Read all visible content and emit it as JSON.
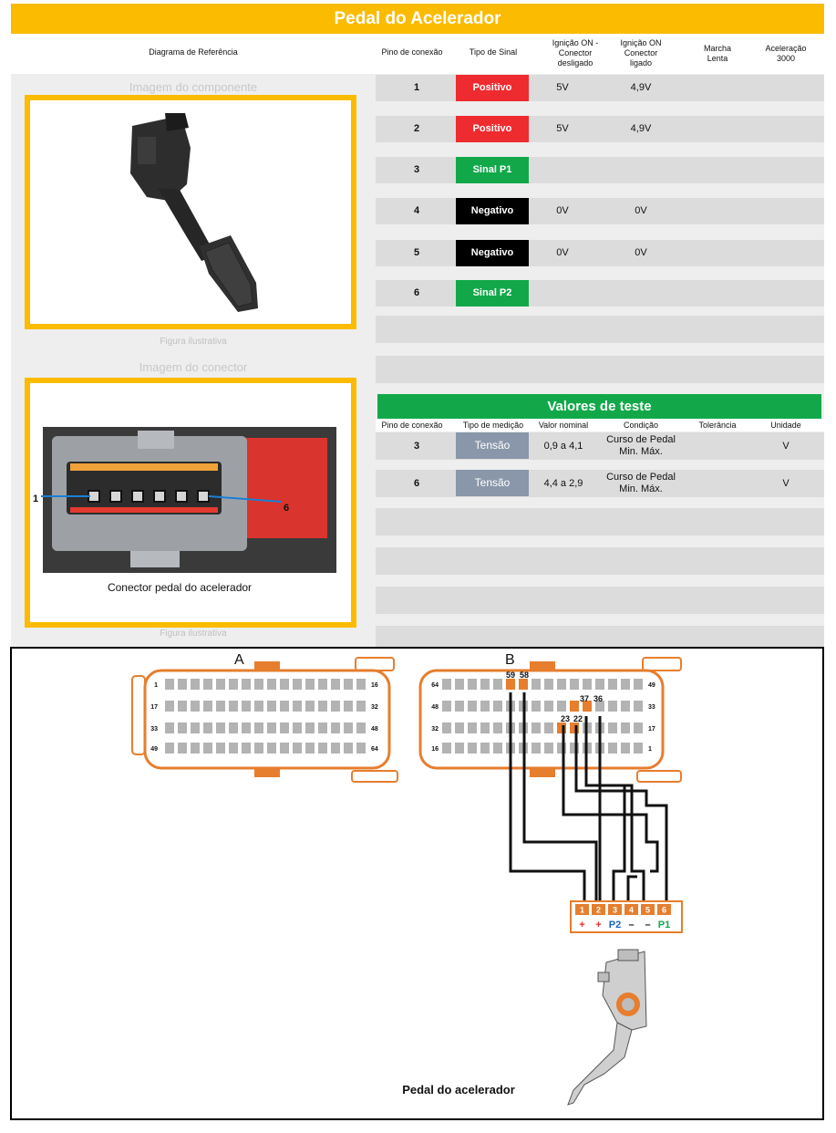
{
  "title": "Pedal do Acelerador",
  "header": {
    "ref": "Diagrama de Referência",
    "pino": "Pino de conexão",
    "tipo": "Tipo de Sinal",
    "ign_off": "Ignição ON - Conector desligado",
    "ign_on": "Ignição ON Conector ligado",
    "marcha": "Marcha Lenta",
    "acel": "Aceleração 3000"
  },
  "component_image_caption": "Imagem do componente",
  "connector_image_caption": "Imagem do conector",
  "figura_1": "Figura ilustrativa",
  "figura_2": "Figura ilustrativa",
  "connector_photo": {
    "caption": "Conector pedal do acelerador",
    "pin_first": "1",
    "pin_last": "6"
  },
  "pins": [
    {
      "pin": "1",
      "signal": "Positivo",
      "color": "#ee2b2f",
      "off": "5V",
      "on": "4,9V"
    },
    {
      "pin": "2",
      "signal": "Positivo",
      "color": "#ee2b2f",
      "off": "5V",
      "on": "4,9V"
    },
    {
      "pin": "3",
      "signal": "Sinal P1",
      "color": "#12a84a",
      "off": "",
      "on": ""
    },
    {
      "pin": "4",
      "signal": "Negativo",
      "color": "#000000",
      "off": "0V",
      "on": "0V"
    },
    {
      "pin": "5",
      "signal": "Negativo",
      "color": "#000000",
      "off": "0V",
      "on": "0V"
    },
    {
      "pin": "6",
      "signal": "Sinal P2",
      "color": "#12a84a",
      "off": "",
      "on": ""
    }
  ],
  "test_values": {
    "title": "Valores de teste",
    "headers": [
      "Pino de conexão",
      "Tipo de medição",
      "Valor nominal",
      "Condição",
      "Tolerância",
      "Unidade"
    ],
    "rows": [
      {
        "pin": "3",
        "type": "Tensão",
        "nominal": "0,9 a 4,1",
        "cond1": "Curso de Pedal",
        "cond2": "Min. Máx.",
        "unit": "V"
      },
      {
        "pin": "6",
        "type": "Tensão",
        "nominal": "4,4 a 2,9",
        "cond1": "Curso de Pedal",
        "cond2": "Min. Máx.",
        "unit": "V"
      }
    ]
  },
  "diagram": {
    "conn_a": "A",
    "conn_b": "B",
    "a_labels": [
      "1",
      "16",
      "17",
      "32",
      "33",
      "48",
      "49",
      "64"
    ],
    "b_labels": [
      "64",
      "49",
      "48",
      "33",
      "32",
      "17",
      "16",
      "1"
    ],
    "b_pins": [
      "59",
      "58",
      "37",
      "36",
      "23",
      "22"
    ],
    "pedal_pins": [
      "1",
      "2",
      "3",
      "4",
      "5",
      "6"
    ],
    "pedal_signs": [
      "+",
      "+",
      "P2",
      "–",
      "–",
      "P1"
    ],
    "caption": "Pedal do acelerador"
  },
  "colors": {
    "accent": "#fbbb00",
    "green": "#12a84a",
    "red": "#ee2b2f",
    "connector": "#e67e2e"
  }
}
